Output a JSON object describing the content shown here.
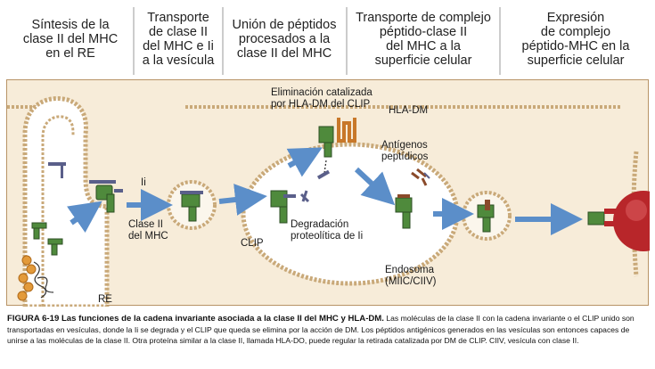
{
  "headers": [
    {
      "lines": [
        "Síntesis de la",
        "clase II del MHC",
        "en el RE"
      ]
    },
    {
      "lines": [
        "Transporte",
        "de clase II",
        "del MHC e Ii",
        "a la vesícula"
      ]
    },
    {
      "lines": [
        "Unión de péptidos",
        "procesados a la",
        "clase II del MHC"
      ]
    },
    {
      "lines": [
        "Transporte de complejo",
        "péptido-clase II",
        "del MHC a la",
        "superficie celular"
      ]
    },
    {
      "lines": [
        "Expresión",
        "de complejo",
        "péptido-MHC en la",
        "superficie celular"
      ]
    }
  ],
  "labels": {
    "ii": "Ii",
    "clase_ii": [
      "Clase II",
      "del MHC"
    ],
    "re": "RE",
    "clip": "CLIP",
    "degradacion": [
      "Degradación",
      "proteolítica de Ii"
    ],
    "eliminacion": [
      "Eliminación catalizada",
      "por HLA-DM del CLIP"
    ],
    "hla_dm": "HLA-DM",
    "antigenos": [
      "Antígenos",
      "peptídicos"
    ],
    "endosoma": [
      "Endosoma",
      "(MIIC/CIIV)"
    ]
  },
  "caption": {
    "figure": "FIGURA 6-19 Las funciones de la cadena invariante asociada a la clase II del MHC y HLA-DM.",
    "text": "Las moléculas de la clase II con la cadena invariante o el CLIP unido son transportadas en vesículas, donde la Ii se degrada y el CLIP que queda se elimina por la acción de DM. Los péptidos antigénicos generados en las vesículas son entonces capaces de unirse a las moléculas de la clase II. Otra proteína similar a la clase II, llamada HLA-DO, puede regular la retirada catalizada por DM de CLIP. CIIV, vesícula con clase II."
  },
  "colors": {
    "panel_bg": "#f7ecd9",
    "membrane": "#c9a979",
    "mhc_green": "#4f8a3c",
    "mhc_outline": "#2d4f24",
    "invariant_chain": "#5a5f8a",
    "hla_dm_orange": "#c8782a",
    "arrow_blue": "#5b8ec9",
    "peptide_brown": "#8a4a2a",
    "cell_red": "#b8262a",
    "ribosome_orange": "#e39a3a"
  }
}
